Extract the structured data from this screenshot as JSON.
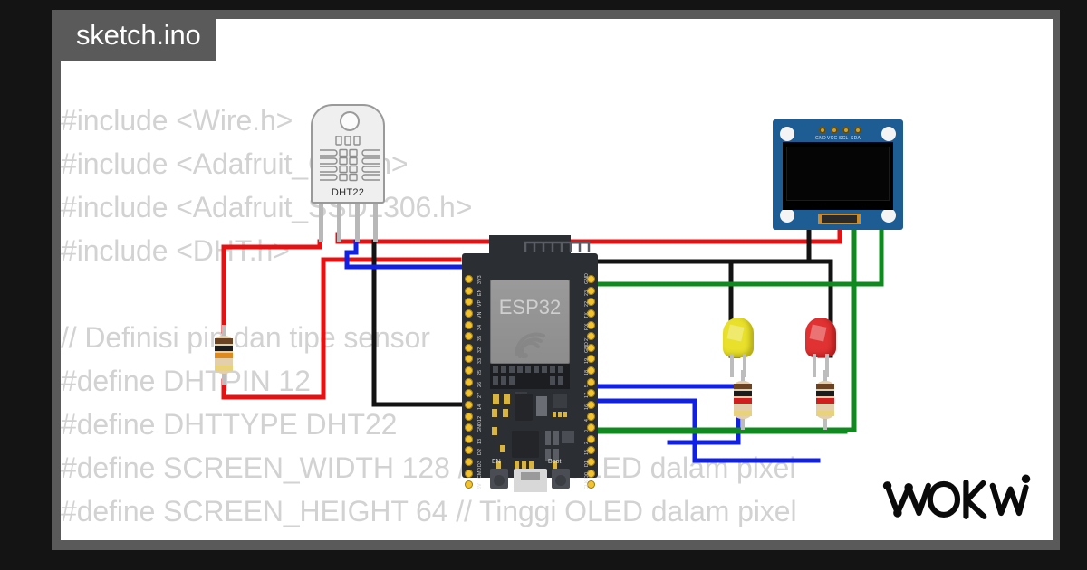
{
  "window": {
    "background_color": "#141414",
    "frame_color": "#5a5a5a",
    "canvas_color": "#ffffff"
  },
  "badge": {
    "label": "sketch.ino",
    "background": "#5a5a5a",
    "text_color": "#ffffff"
  },
  "code": {
    "text_color": "#d2d2d2",
    "lines": [
      "#include <Wire.h>",
      "#include <Adafruit_GFX.h>",
      "#include <Adafruit_SSD1306.h>",
      "#include <DHT.h>",
      "",
      "// Definisi pin dan tipe sensor",
      "#define DHTPIN 12",
      "#define DHTTYPE DHT22",
      "#define SCREEN_WIDTH 128 // Lebar OLED dalam pixel",
      "#define SCREEN_HEIGHT 64 // Tinggi OLED dalam pixel"
    ]
  },
  "logo": {
    "text": "WOKWI"
  },
  "components": {
    "esp32": {
      "name": "ESP32",
      "chip_label": "ESP32",
      "button_en": "EN",
      "button_boot": "Boot",
      "pins_left": [
        "3V3",
        "EN",
        "VP",
        "VN",
        "34",
        "35",
        "32",
        "33",
        "25",
        "26",
        "27",
        "14",
        "12",
        "GND",
        "13",
        "D2",
        "D3",
        "CMD",
        "5V"
      ],
      "pins_right": [
        "GND",
        "23",
        "22",
        "TX",
        "RX",
        "21",
        "GND",
        "19",
        "18",
        "5",
        "17",
        "16",
        "4",
        "0",
        "2",
        "15",
        "D1",
        "D0",
        "CLK"
      ]
    },
    "dht22": {
      "name": "DHT22",
      "label": "DHT22",
      "pin_count": 4
    },
    "oled": {
      "name": "SSD1306 OLED 128x64",
      "pins": [
        "GND",
        "VCC",
        "SCL",
        "SDA"
      ],
      "pcb_color": "#1e5c94"
    },
    "led_yellow": {
      "name": "LED yellow",
      "color": "#e8e02a"
    },
    "led_red": {
      "name": "LED red",
      "color": "#e03232"
    },
    "resistor_pullup": {
      "name": "10k pull-up resistor",
      "bands": [
        "#6b4323",
        "#1c1c1c",
        "#e08a1e",
        "#e8d27a"
      ]
    },
    "resistor_led_1": {
      "name": "1k resistor",
      "bands": [
        "#6b4323",
        "#1c1c1c",
        "#d11e1e",
        "#e8d27a"
      ]
    },
    "resistor_led_2": {
      "name": "1k resistor",
      "bands": [
        "#6b4323",
        "#1c1c1c",
        "#d11e1e",
        "#e8d27a"
      ]
    }
  },
  "wires": {
    "colors": {
      "power": "#e81010",
      "ground": "#000000",
      "signal_blue": "#1020e8",
      "signal_green": "#0f8a1e",
      "lead_gray": "#9a9a9a"
    }
  }
}
